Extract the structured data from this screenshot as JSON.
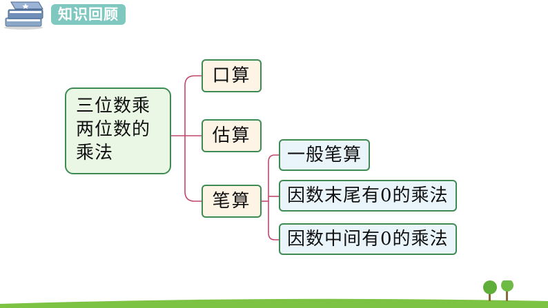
{
  "header": {
    "title": "知识回顾",
    "icon": "book-stack-icon"
  },
  "mindmap": {
    "root": "三位数乘两位数的乘法",
    "branches": [
      {
        "label": "口算"
      },
      {
        "label": "估算"
      },
      {
        "label": "笔算",
        "children": [
          "一般笔算",
          "因数末尾有0的乘法",
          "因数中间有0的乘法"
        ]
      }
    ]
  },
  "colors": {
    "border": "#3d8a53",
    "connector": "#c2466a",
    "header_bg": "#7ec8c0",
    "grass": "#7cc243"
  }
}
